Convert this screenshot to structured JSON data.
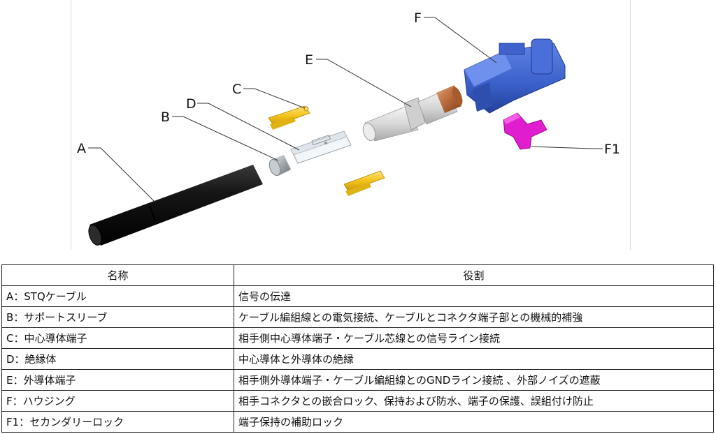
{
  "diagram": {
    "labels": {
      "a": "A",
      "b": "B",
      "c": "C",
      "d": "D",
      "e": "E",
      "f": "F",
      "f1": "F1"
    }
  },
  "table": {
    "headers": [
      "名称",
      "役割"
    ],
    "rows": [
      {
        "name": "A：STQケーブル",
        "role": "信号の伝達"
      },
      {
        "name": "B：サポートスリーブ",
        "role": "ケーブル編組線との電気接続、ケーブルとコネクタ端子部との機械的補強"
      },
      {
        "name": "C：中心導体端子",
        "role": "相手側中心導体端子・ケーブル芯線との信号ライン接続"
      },
      {
        "name": "D：絶縁体",
        "role": "中心導体と外導体の絶縁"
      },
      {
        "name": "E：外導体端子",
        "role": "相手側外導体端子・ケーブル編組線とのGNDライン接続 、外部ノイズの遮蔽"
      },
      {
        "name": "F：ハウジング",
        "role": "相手コネクタとの嵌合ロック、保持および防水、端子の保護、誤組付け防止"
      },
      {
        "name": "F1：セカンダリーロック",
        "role": "端子保持の補助ロック"
      }
    ]
  },
  "colors": {
    "cable": "#121212",
    "housing": "#3a5fc8",
    "secondary_lock": "#e01ed0",
    "terminal_gold": "#f2c21a",
    "copper": "#c07a4a",
    "sleeve": "#9aa0a6"
  }
}
